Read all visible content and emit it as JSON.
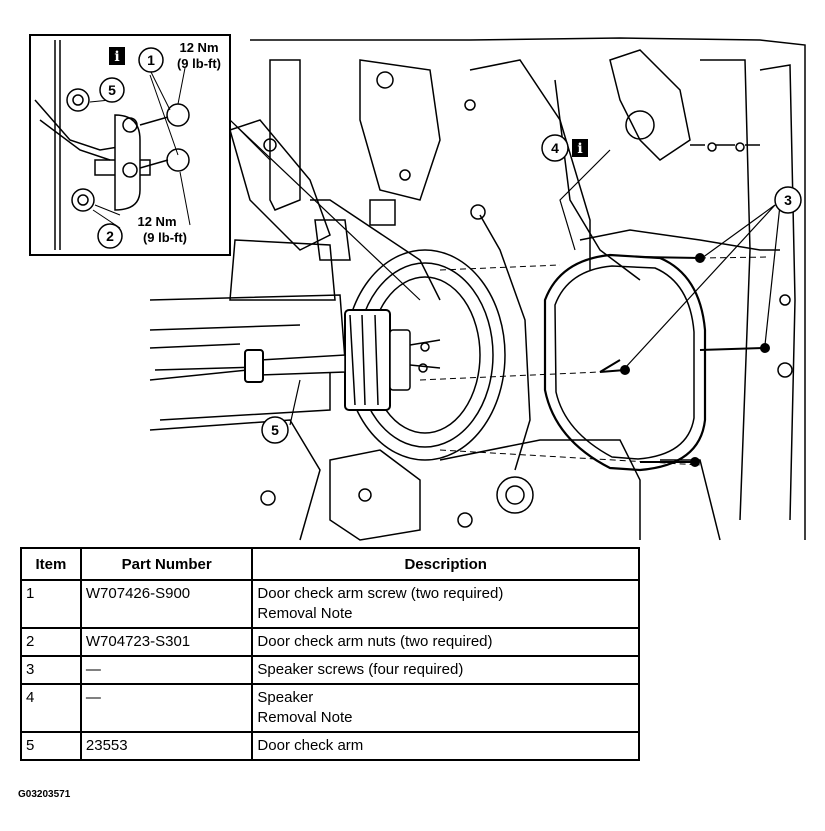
{
  "callouts": {
    "inset_1": "1",
    "inset_5": "5",
    "inset_2": "2",
    "main_3": "3",
    "main_4": "4",
    "main_5": "5",
    "info_icon_letter": "i",
    "torque_1_nm": "12 Nm",
    "torque_1_lbft": "(9 lb-ft)",
    "torque_2_nm": "12 Nm",
    "torque_2_lbft": "(9 lb-ft)"
  },
  "table": {
    "headers": [
      "Item",
      "Part Number",
      "Description"
    ],
    "rows": [
      {
        "item": "1",
        "part": "W707426-S900",
        "desc_1": "Door check arm screw (two required)",
        "desc_2": "Removal Note"
      },
      {
        "item": "2",
        "part": "W704723-S301",
        "desc_1": "Door check arm nuts (two required)",
        "desc_2": ""
      },
      {
        "item": "3",
        "part": "—",
        "desc_1": "Speaker screws (four required)",
        "desc_2": ""
      },
      {
        "item": "4",
        "part": "—",
        "desc_1": "Speaker",
        "desc_2": "Removal Note"
      },
      {
        "item": "5",
        "part": "23553",
        "desc_1": "Door check arm",
        "desc_2": ""
      }
    ]
  },
  "figure_id": "G03203571"
}
